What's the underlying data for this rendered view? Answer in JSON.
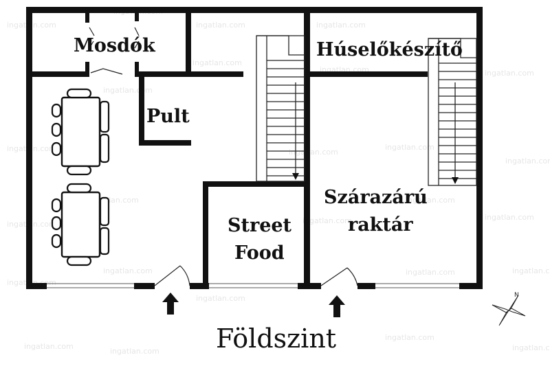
{
  "rooms": {
    "restrooms": "Mosdók",
    "counter": "Pult",
    "meat_prep": "Húselőkészítő",
    "street_food_line1": "Street",
    "street_food_line2": "Food",
    "dry_storage_line1": "Szárazárú",
    "dry_storage_line2": "raktár"
  },
  "floor_title": "Földszint",
  "watermark": "ingatlan.com",
  "compass": {
    "north_label": "N"
  },
  "icons": [
    "stair-arrow-icon",
    "entrance-arrow-icon",
    "compass-icon",
    "door-swing-icon"
  ]
}
